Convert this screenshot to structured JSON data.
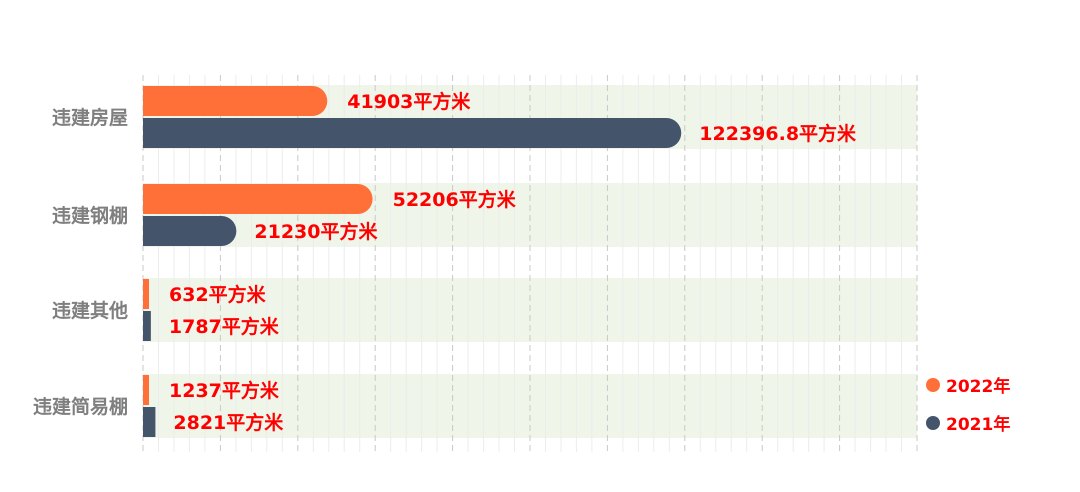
{
  "chart_data": {
    "type": "bar",
    "orientation": "horizontal",
    "categories": [
      "违建房屋",
      "违建钢棚",
      "违建其他",
      "违建简易棚"
    ],
    "unit": "平方米",
    "series": [
      {
        "name": "2022年",
        "color": "#ff7038",
        "values": [
          41903,
          52206,
          632,
          1237
        ]
      },
      {
        "name": "2021年",
        "color": "#44546a",
        "values": [
          122396.8,
          21230,
          1787,
          2821
        ]
      }
    ],
    "data_labels": [
      [
        "41903平方米",
        "52206平方米",
        "632平方米",
        "1237平方米"
      ],
      [
        "122396.8平方米",
        "21230平方米",
        "1787平方米",
        "2821平方米"
      ]
    ],
    "xlim": [
      0,
      176000
    ],
    "grid": true,
    "band_color": "#eff6e9",
    "label_color": "#ff0000",
    "legend_position": "bottom-right"
  }
}
